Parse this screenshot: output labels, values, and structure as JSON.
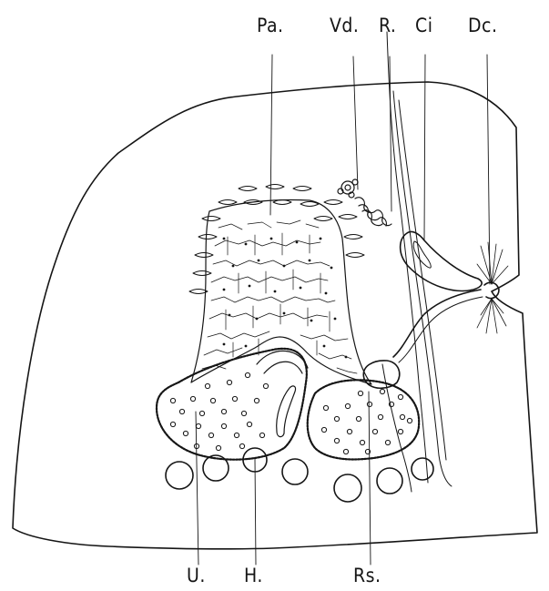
{
  "labels": {
    "pa": "Pa.",
    "vd": "Vd.",
    "r": "R.",
    "ci": "Ci",
    "dc": "Dc.",
    "u": "U.",
    "h": "H.",
    "rs": "Rs."
  },
  "colors": {
    "ink": "#151515",
    "paper": "#ffffff"
  }
}
